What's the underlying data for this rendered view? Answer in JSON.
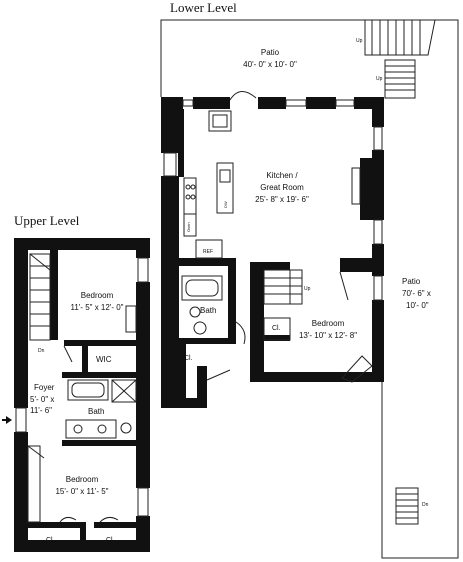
{
  "levels": {
    "lower": {
      "title": "Lower Level",
      "patio_top": {
        "label": "Patio",
        "dims": "40'- 0\" x 10'- 0\""
      },
      "kitchen": {
        "label_1": "Kitchen /",
        "label_2": "Great Room",
        "dims": "25'- 8\" x 19'- 6\""
      },
      "bath": {
        "label": "Bath"
      },
      "bedroom": {
        "label": "Bedroom",
        "dims": "13'- 10\" x 12'- 8\""
      },
      "closet_bedroom": {
        "label": "Cl."
      },
      "closet_hall": {
        "label": "Cl."
      },
      "patio_side": {
        "label": "Patio",
        "dims_1": "70'- 6\" x",
        "dims_2": "10'- 0\""
      },
      "appliances": {
        "oven": "Oven",
        "refrigerator": "REF",
        "dishwasher": "DW"
      },
      "stairs": {
        "up_top": "Up",
        "up_patio": "Up",
        "up_interior": "Up",
        "dn_bottom": "Dn"
      }
    },
    "upper": {
      "title": "Upper Level",
      "bedroom_top": {
        "label": "Bedroom",
        "dims": "11'- 5\" x 12'- 0\""
      },
      "wic": {
        "label": "WIC"
      },
      "foyer": {
        "label": "Foyer",
        "dims_1": "5'- 0\" x",
        "dims_2": "11'- 6\""
      },
      "bath": {
        "label": "Bath"
      },
      "bedroom_bottom": {
        "label": "Bedroom",
        "dims": "15'- 0\" x 11'- 5\""
      },
      "closet_left": {
        "label": "Cl."
      },
      "closet_right": {
        "label": "Cl."
      },
      "stairs": {
        "dn": "Dn"
      }
    }
  }
}
